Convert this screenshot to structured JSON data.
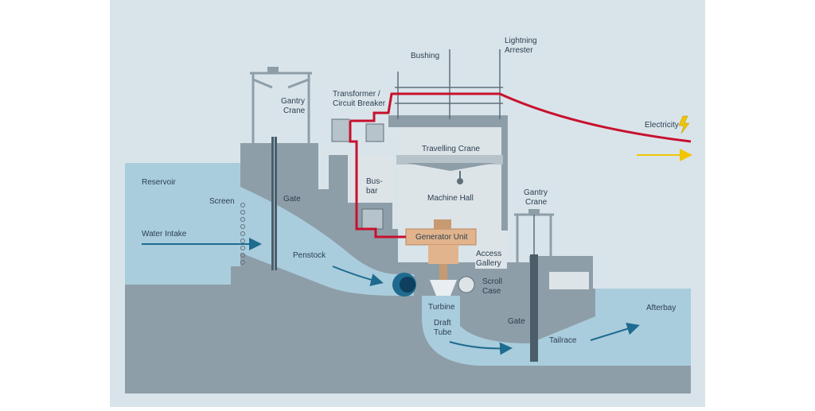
{
  "labels": {
    "reservoir": "Reservoir",
    "screen": "Screen",
    "water_intake": "Water Intake",
    "gate_left": "Gate",
    "gantry_crane_left_1": "Gantry",
    "gantry_crane_left_2": "Crane",
    "penstock": "Penstock",
    "transformer_1": "Transformer /",
    "transformer_2": "Circuit Breaker",
    "bushing": "Bushing",
    "lightning_1": "Lightning",
    "lightning_2": "Arrester",
    "electricity": "Electricity",
    "travelling_crane": "Travelling Crane",
    "busbar_1": "Bus-",
    "busbar_2": "bar",
    "machine_hall": "Machine Hall",
    "gantry_crane_right_1": "Gantry",
    "gantry_crane_right_2": "Crane",
    "generator_unit": "Generator Unit",
    "access_gallery_1": "Access",
    "access_gallery_2": "Gallery",
    "scroll_case_1": "Scroll",
    "scroll_case_2": "Case",
    "turbine": "Turbine",
    "draft_tube_1": "Draft",
    "draft_tube_2": "Tube",
    "gate_right": "Gate",
    "tailrace": "Tailrace",
    "afterbay": "Afterbay"
  },
  "colors": {
    "background": "#d9e4ea",
    "water": "#a9cddd",
    "concrete": "#8e9ea8",
    "concrete_dark": "#7d8e99",
    "building": "#dde4e8",
    "power_line": "#c8102e",
    "flow_arrow": "#1f6b8f",
    "generator": "#e2b48d",
    "electric_arrow": "#f2c500"
  },
  "icons": [
    "lightning-icon",
    "flow-arrow-icon"
  ]
}
